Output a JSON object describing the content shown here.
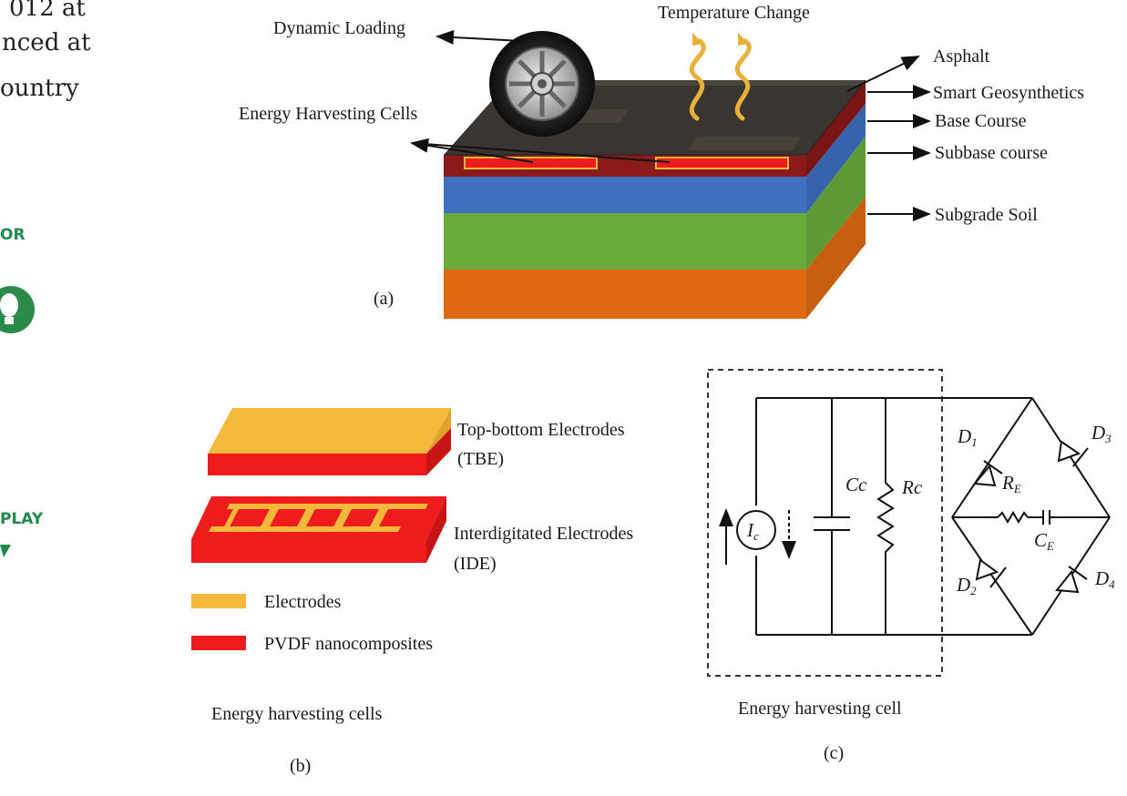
{
  "left_fragment": {
    "lines": [
      "012 at",
      "nced at",
      "ountry"
    ],
    "badge_top": "OR",
    "badge_bottom": "PLAY"
  },
  "panel_a": {
    "dynamic_loading": "Dynamic Loading",
    "temperature_change": "Temperature Change",
    "energy_harvesting_cells": "Energy Harvesting Cells",
    "layers": [
      "Asphalt",
      "Smart Geosynthetics",
      "Base Course",
      "Subbase course",
      "Subgrade Soil"
    ],
    "label": "(a)"
  },
  "panel_b": {
    "tbe_line1": "Top-bottom Electrodes",
    "tbe_line2": "(TBE)",
    "ide_line1": "Interdigitated Electrodes",
    "ide_line2": "(IDE)",
    "legend_electrodes": "Electrodes",
    "legend_pvdf": "PVDF nanocomposites",
    "caption": "Energy harvesting cells",
    "label": "(b)"
  },
  "panel_c": {
    "ic": "I",
    "ic_sub": "c",
    "cc": "Cc",
    "rc": "Rc",
    "d1": "D",
    "d1_sub": "1",
    "d2": "D",
    "d2_sub": "2",
    "d3": "D",
    "d3_sub": "3",
    "d4": "D",
    "d4_sub": "4",
    "re": "R",
    "re_sub": "E",
    "ce": "C",
    "ce_sub": "E",
    "caption": "Energy harvesting cell",
    "label": "(c)"
  },
  "colors": {
    "asphalt": "#3a3530",
    "geosynthetic": "#8b1a1a",
    "base": "#3f6fbf",
    "subbase": "#6aaa3a",
    "subgrade": "#e06a12",
    "electrode": "#f4b83a",
    "pvdf": "#ee1c1c",
    "heat": "#e8b23a"
  }
}
